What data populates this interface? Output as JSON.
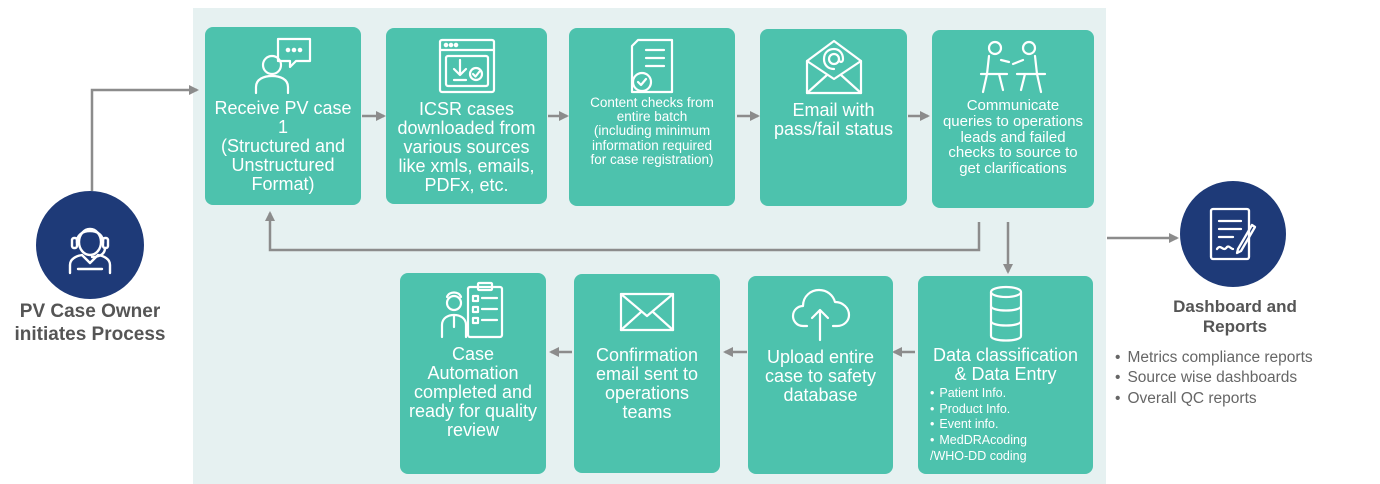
{
  "owner": {
    "label": "PV Case Owner\ninitiates Process",
    "icon": "call-center-agent-icon"
  },
  "steps_top": [
    {
      "label": "Receive PV case 1\n(Structured and\nUnstructured\nFormat)",
      "icon": "person-speech-bubble-icon"
    },
    {
      "label": "ICSR cases\ndownloaded from\nvarious sources\nlike xmls, emails,\nPDFx, etc.",
      "icon": "download-window-icon"
    },
    {
      "label": "Content checks from\nentire batch\n(including minimum\ninformation required\nfor case registration)",
      "icon": "document-check-icon"
    },
    {
      "label": "Email with\npass/fail status",
      "icon": "envelope-at-icon"
    },
    {
      "label": "Communicate\nqueries to operations\nleads and failed\nchecks to source to\nget clarifications",
      "icon": "meeting-people-icon"
    }
  ],
  "steps_bottom": [
    {
      "label": "Data classification\n& Data Entry",
      "icon": "database-icon",
      "bullets": [
        "Patient Info.",
        "Product Info.",
        "Event info.",
        "MedDRAcoding\n/WHO-DD coding"
      ]
    },
    {
      "label": "Upload entire\ncase to safety\ndatabase",
      "icon": "cloud-upload-icon"
    },
    {
      "label": "Confirmation\nemail sent to\noperations\nteams",
      "icon": "envelope-icon"
    },
    {
      "label": "Case\nAutomation\ncompleted and\nready for quality\nreview",
      "icon": "checklist-person-icon"
    }
  ],
  "dashboard": {
    "title": "Dashboard and\nReports",
    "icon": "report-signature-icon",
    "items": [
      "Metrics compliance reports",
      "Source wise dashboards",
      "Overall QC reports"
    ]
  },
  "colors": {
    "step": "#4dc2ad",
    "panel": "#e6f1f1",
    "avatar": "#1e3a78",
    "arrow": "#8c8c8c"
  }
}
